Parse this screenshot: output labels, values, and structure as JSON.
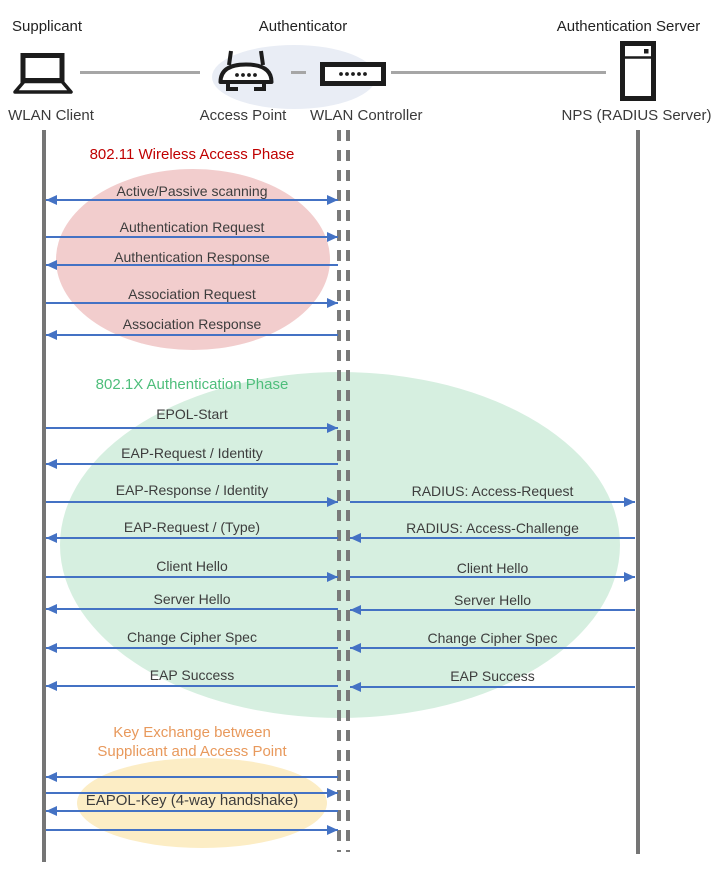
{
  "header": {
    "roles": [
      {
        "label": "Supplicant"
      },
      {
        "label": "Authenticator"
      },
      {
        "label": "Authentication Server"
      }
    ],
    "devices": [
      {
        "label": "WLAN Client",
        "icon": "laptop-icon"
      },
      {
        "label": "Access Point",
        "icon": "wireless-router-icon"
      },
      {
        "label": "WLAN Controller",
        "icon": "controller-box-icon"
      },
      {
        "label": "NPS (RADIUS Server)",
        "icon": "server-tower-icon"
      }
    ]
  },
  "phases": [
    {
      "title": "802.11 Wireless Access Phase",
      "title_color": "#C00000",
      "ellipse_color": "#F2CDCD",
      "messages": [
        {
          "label": "Active/Passive scanning",
          "direction": "both"
        },
        {
          "label": "Authentication Request",
          "direction": "right"
        },
        {
          "label": "Authentication Response",
          "direction": "left"
        },
        {
          "label": "Association Request",
          "direction": "right"
        },
        {
          "label": "Association Response",
          "direction": "left"
        }
      ]
    },
    {
      "title": "802.1X Authentication Phase",
      "title_color": "#4EBE7B",
      "ellipse_color": "#D6EFE0",
      "rows": [
        {
          "left": {
            "label": "EPOL-Start",
            "direction": "right"
          }
        },
        {
          "left": {
            "label": "EAP-Request / Identity",
            "direction": "left"
          }
        },
        {
          "left": {
            "label": "EAP-Response / Identity",
            "direction": "right"
          },
          "right": {
            "label": "RADIUS: Access-Request",
            "direction": "right"
          }
        },
        {
          "left": {
            "label": "EAP-Request / (Type)",
            "direction": "left"
          },
          "right": {
            "label": "RADIUS: Access-Challenge",
            "direction": "left"
          }
        },
        {
          "left": {
            "label": "Client Hello",
            "direction": "right"
          },
          "right": {
            "label": "Client Hello",
            "direction": "right"
          }
        },
        {
          "left": {
            "label": "Server Hello",
            "direction": "left"
          },
          "right": {
            "label": "Server Hello",
            "direction": "left"
          }
        },
        {
          "left": {
            "label": "Change Cipher Spec",
            "direction": "left"
          },
          "right": {
            "label": "Change Cipher Spec",
            "direction": "left"
          }
        },
        {
          "left": {
            "label": "EAP Success",
            "direction": "left"
          },
          "right": {
            "label": "EAP Success",
            "direction": "left"
          }
        }
      ]
    },
    {
      "title_line1": "Key Exchange between",
      "title_line2": "Supplicant and Access Point",
      "title_color": "#E8995C",
      "ellipse_color": "#FCEDC5",
      "label": "EAPOL-Key (4-way handshake)",
      "arrows": [
        {
          "direction": "left"
        },
        {
          "direction": "right"
        },
        {
          "direction": "left"
        },
        {
          "direction": "right"
        }
      ]
    }
  ],
  "colors": {
    "arrow": "#4472C4",
    "lifeline": "#757575",
    "connector": "#A6A6A6",
    "message_text": "#3D3D3D",
    "header_ellipse": "#E9EDF5"
  }
}
